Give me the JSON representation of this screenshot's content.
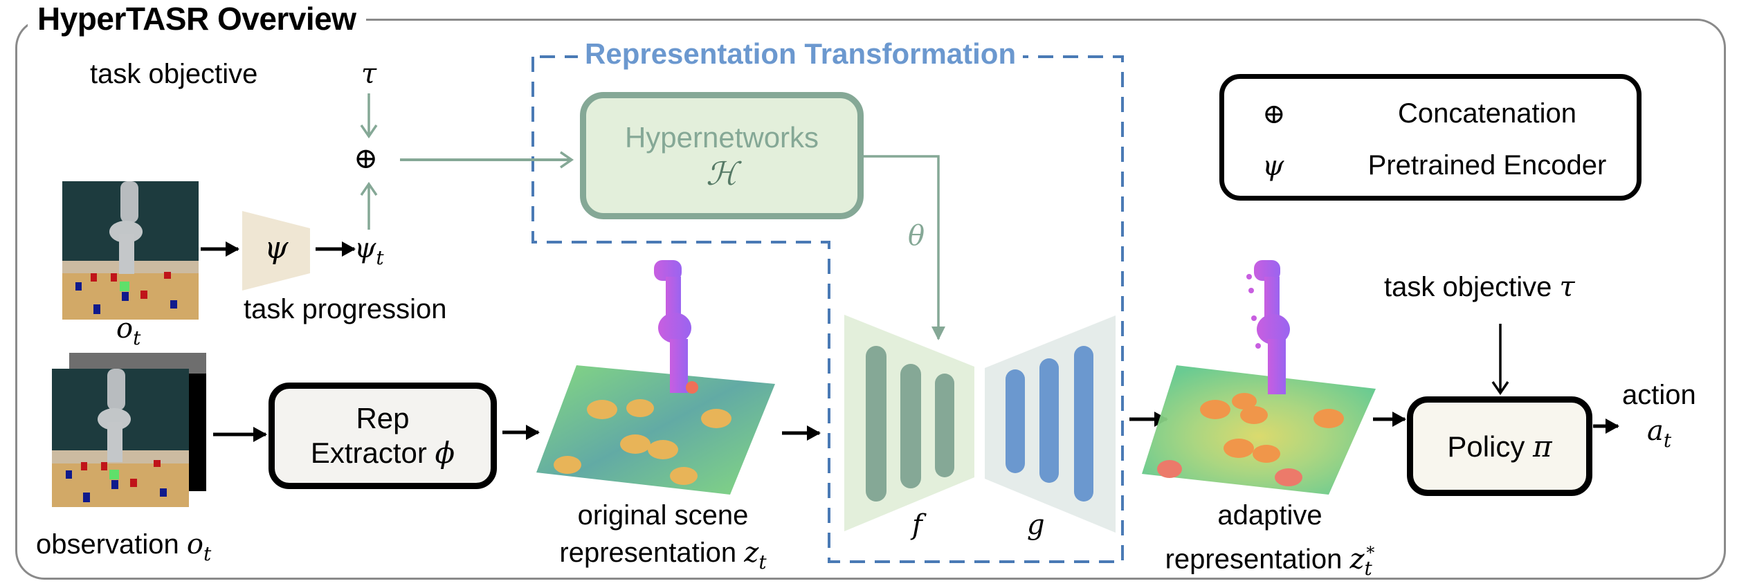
{
  "title": "HyperTASR Overview",
  "section_title": "Representation Transformation",
  "colors": {
    "frame": "#8a8a8a",
    "dashed_region": "#4a7ab5",
    "section_title": "#6b98cf",
    "hyper_stroke": "#85a896",
    "hyper_fill": "#e3efdb",
    "encoder_bars": "#85a896",
    "encoder_fill": "#e3efdb",
    "decoder_bars": "#6b98cf",
    "decoder_fill": "#e5ecea",
    "psi_fill": "#efe6d3",
    "box_fill": "#f4f3f0"
  },
  "top_left": {
    "task_objective_label": "task objective",
    "tau_symbol": "τ",
    "concat_symbol": "⊕",
    "psi_encoder_symbol": "ψ",
    "psi_t_symbol": "ψ",
    "psi_t_subscript": "t",
    "task_progression_label": "task progression",
    "obs_image_symbol": "o",
    "obs_image_subscript": "t"
  },
  "hypernetworks": {
    "label": "Hypernetworks",
    "symbol": "ℋ",
    "output_symbol": "θ"
  },
  "observation": {
    "label": "observation",
    "symbol": "o",
    "subscript": "t"
  },
  "rep_extractor": {
    "line1": "Rep",
    "line2": "Extractor",
    "symbol": "ϕ"
  },
  "original_rep": {
    "line1": "original scene",
    "line2": "representation",
    "symbol": "z",
    "subscript": "t"
  },
  "autoencoder": {
    "encoder_symbol": "f",
    "decoder_symbol": "g"
  },
  "adaptive_rep": {
    "line1": "adaptive",
    "line2": "representation",
    "symbol": "z",
    "subscript": "t",
    "superscript": "*"
  },
  "policy": {
    "task_objective_label": "task objective",
    "tau_symbol": "τ",
    "label": "Policy",
    "symbol": "π",
    "action_label": "action",
    "action_symbol": "a",
    "action_subscript": "t"
  },
  "legend": {
    "items": [
      {
        "symbol": "⊕",
        "label": "Concatenation"
      },
      {
        "symbol": "ψ",
        "label": "Pretrained Encoder"
      }
    ]
  }
}
